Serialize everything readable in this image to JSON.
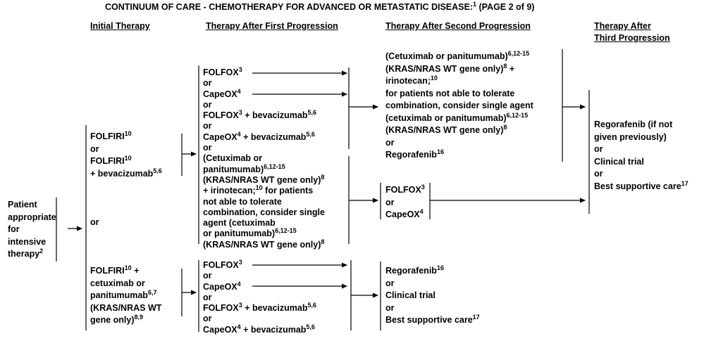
{
  "title": {
    "text": "CONTINUUM OF CARE - CHEMOTHERAPY FOR ADVANCED OR METASTATIC DISEASE:",
    "sup": "1",
    "tail": " (PAGE 2 of 9)"
  },
  "headers": {
    "initial": "Initial Therapy",
    "first": "Therapy After First Progression",
    "second": "Therapy After Second Progression",
    "third_line1": "Therapy After",
    "third_line2": "Third Progression"
  },
  "patient": {
    "lines": [
      "Patient",
      "appropriate",
      "for",
      "intensive"
    ],
    "last": "therapy",
    "last_sup": "2"
  },
  "or": "or",
  "initial_a": {
    "l1": "FOLFIRI",
    "l1_sup": "10",
    "l3": "FOLFIRI",
    "l3_sup": "10",
    "l4": "+ bevacizumab",
    "l4_sup": "5,6"
  },
  "initial_b": {
    "l1": "FOLFIRI",
    "l1_sup": "10",
    "l1_tail": " +",
    "l2": "cetuximab or",
    "l3": "panitumumab",
    "l3_sup": "6,7",
    "l4": "(KRAS/NRAS WT",
    "l5": "gene only)",
    "l5_sup": "8,9"
  },
  "first_a": {
    "folfox": "FOLFOX",
    "folfox_sup": "3",
    "capeox": "CapeOX",
    "capeox_sup": "4",
    "bev": " + bevacizumab",
    "bev_sup": "5,6",
    "cet1": "(Cetuximab or",
    "cet2": "panitumumab)",
    "cet2_sup": "6,12-15",
    "cet3": "(KRAS/NRAS WT gene only)",
    "cet3_sup": "8",
    "cet4": "+ irinotecan;",
    "cet4_sup": "10",
    "cet4_tail": " for patients",
    "cet5": "not able to tolerate",
    "cet6": "combination, consider single",
    "cet7": "agent (cetuximab",
    "cet8": "or panitumumab)",
    "cet8_sup": "6,12-15",
    "cet9": "(KRAS/NRAS WT gene only)",
    "cet9_sup": "8"
  },
  "first_b": {
    "folfox": "FOLFOX",
    "folfox_sup": "3",
    "capeox": "CapeOX",
    "capeox_sup": "4",
    "bev": " + bevacizumab",
    "bev_sup": "5,6"
  },
  "second_a": {
    "l1": "(Cetuximab or panitumumab)",
    "l1_sup": "6,12-15",
    "l2": "(KRAS/NRAS WT gene only)",
    "l2_sup": "8",
    "l2_tail": " +",
    "l3": "irinotecan;",
    "l3_sup": "10",
    "l4": "for patients not able to tolerate",
    "l5": "combination, consider single agent",
    "l6": "(cetuximab or panitumumab)",
    "l6_sup": "6,12-15",
    "l7": "(KRAS/NRAS WT gene only)",
    "l7_sup": "8",
    "l9": "Regorafenib",
    "l9_sup": "16"
  },
  "second_b": {
    "folfox": "FOLFOX",
    "folfox_sup": "3",
    "capeox": "CapeOX",
    "capeox_sup": "4"
  },
  "second_c": {
    "regor": "Regorafenib",
    "regor_sup": "16",
    "trial": "Clinical trial",
    "bsc": "Best supportive care",
    "bsc_sup": "17"
  },
  "third": {
    "l1": "Regorafenib (if not",
    "l2": "given previously)",
    "trial": "Clinical trial",
    "bsc": "Best supportive care",
    "bsc_sup": "17"
  }
}
